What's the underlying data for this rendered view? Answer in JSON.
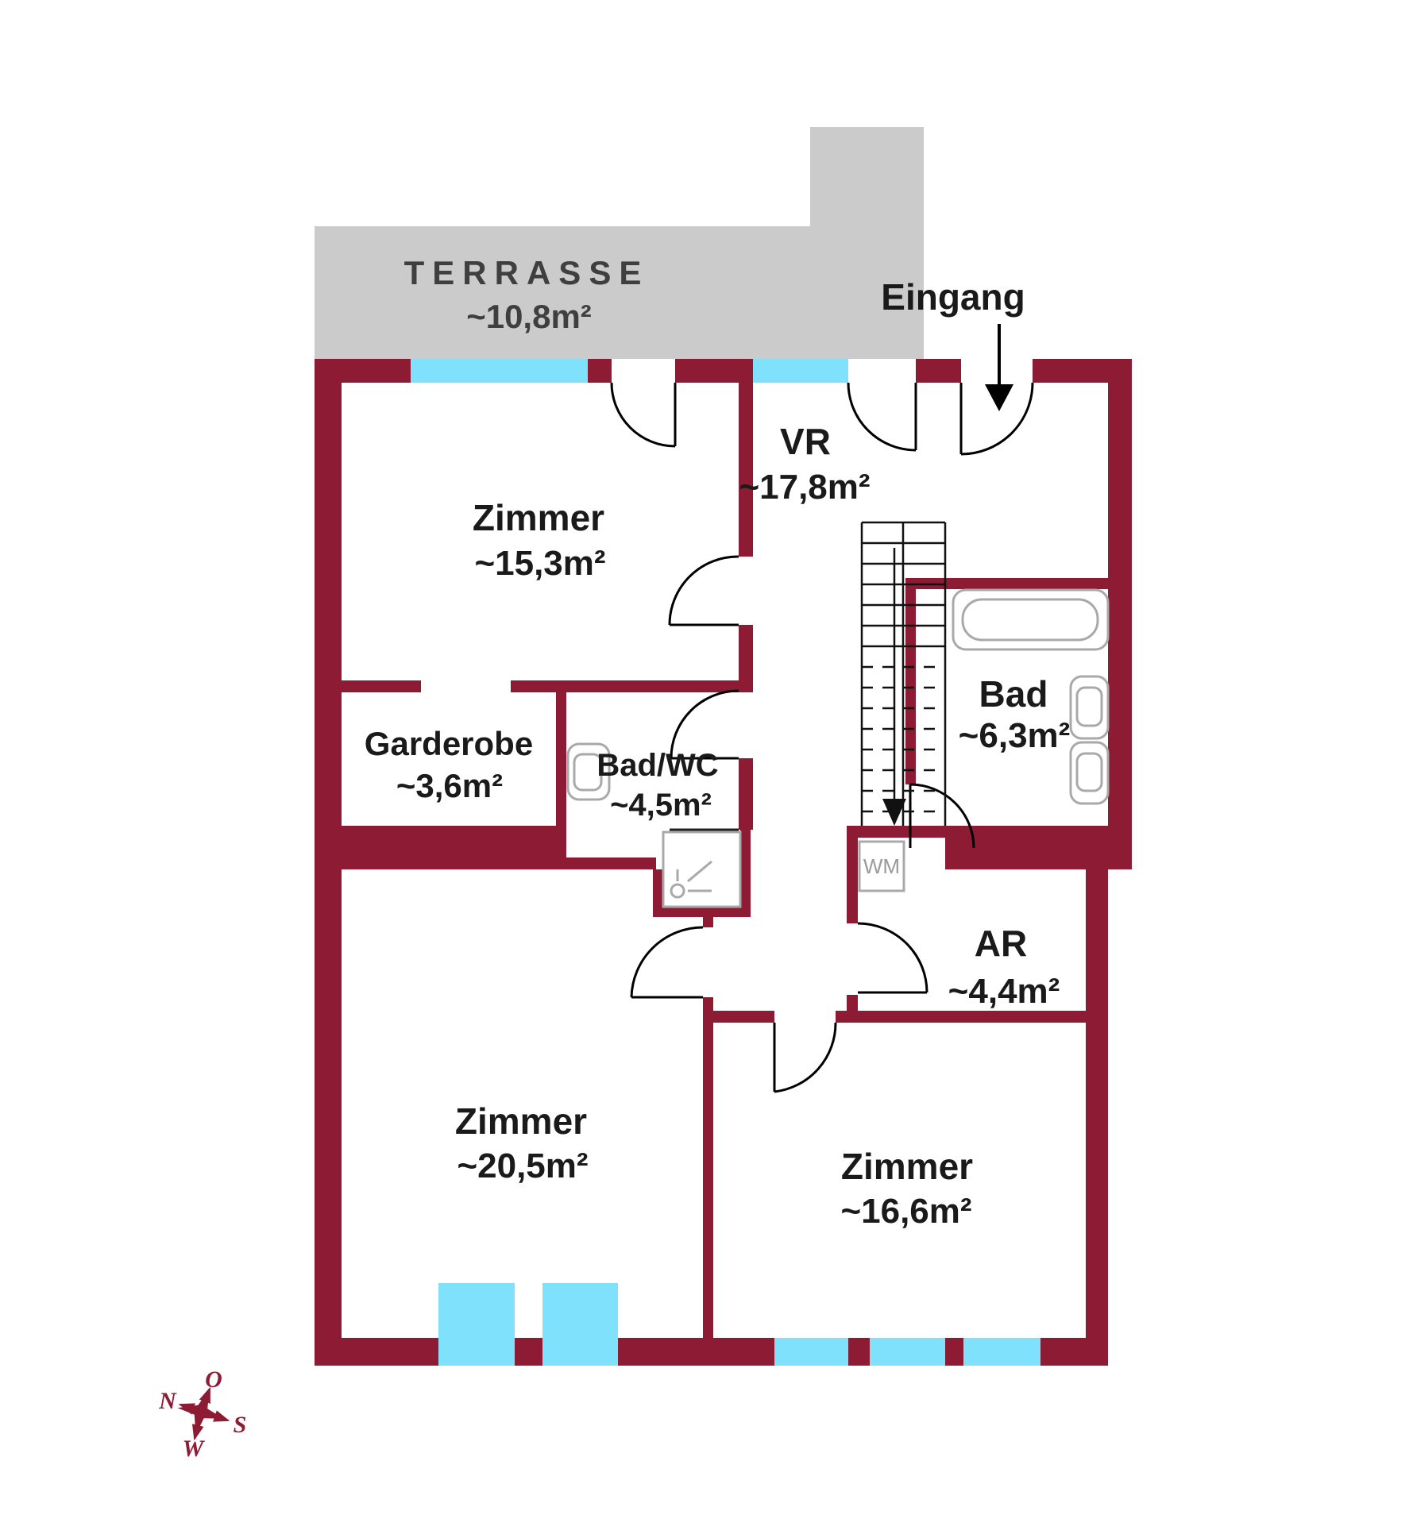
{
  "colors": {
    "wall": "#8e1b34",
    "window": "#7fe1fb",
    "terrace": "#cbcbcb",
    "fixture_outline": "#a9a9a9",
    "door_line": "#000000",
    "text": "#1a1a1a"
  },
  "terrace": {
    "name": "TERRASSE",
    "area": "~10,8m²"
  },
  "entrance": {
    "label": "Eingang"
  },
  "rooms": [
    {
      "id": "zimmer-nw",
      "name": "Zimmer",
      "area": "~15,3m²"
    },
    {
      "id": "vr",
      "name": "VR",
      "area": "~17,8m²"
    },
    {
      "id": "bad",
      "name": "Bad",
      "area": "~6,3m²"
    },
    {
      "id": "garderobe",
      "name": "Garderobe",
      "area": "~3,6m²"
    },
    {
      "id": "bad-wc",
      "name": "Bad/WC",
      "area": "~4,5m²"
    },
    {
      "id": "ar",
      "name": "AR",
      "area": "~4,4m²"
    },
    {
      "id": "zimmer-sw",
      "name": "Zimmer",
      "area": "~20,5m²"
    },
    {
      "id": "zimmer-se",
      "name": "Zimmer",
      "area": "~16,6m²"
    }
  ],
  "appliances": {
    "washing_machine": "WM"
  },
  "compass": {
    "north": "N",
    "east": "O",
    "south": "S",
    "west": "W"
  }
}
